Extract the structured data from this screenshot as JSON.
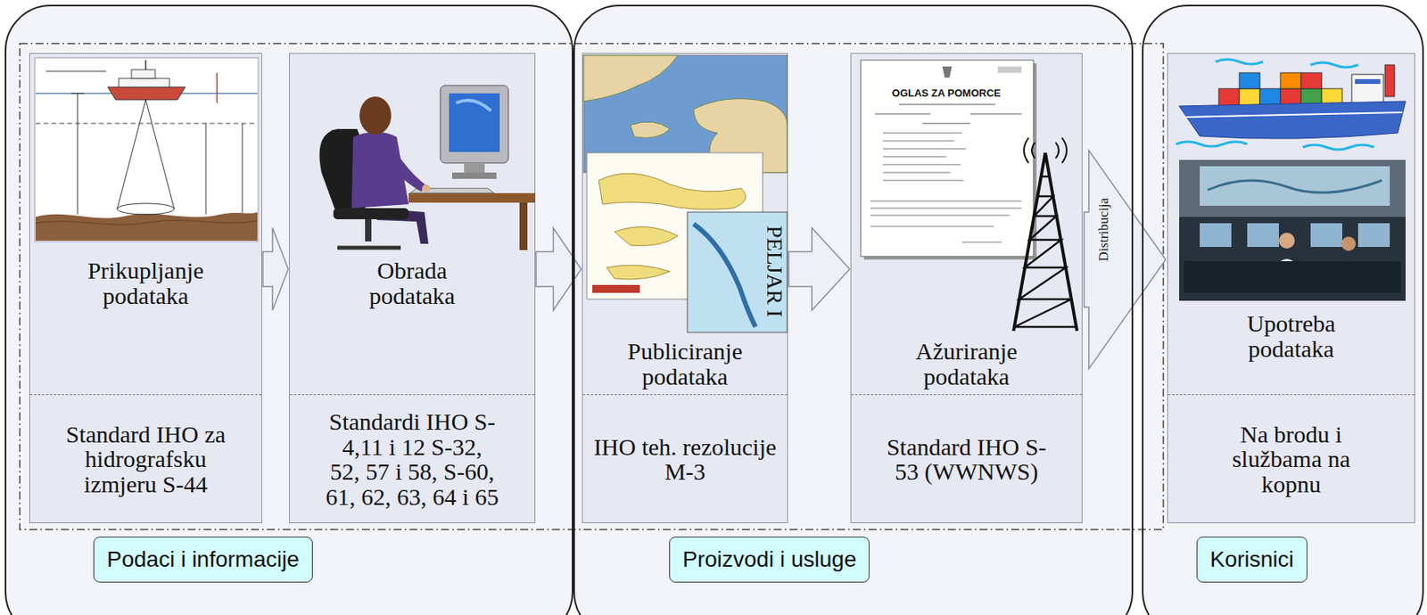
{
  "diagram": {
    "nodes": [
      {
        "text": [
          "Podaci i informacije"
        ]
      },
      {
        "text": [
          "Prikupljanje podataka",
          "Standard IHO za hidrografsku izmjeru S-44"
        ],
        "in": 0
      },
      {
        "text": [
          "Obrada podataka",
          "Standardi IHO S-4,11 i 12 S-32, 52, 57 i 58, S-60, 61, 62, 63, 64 i 65"
        ],
        "in": 0
      },
      {
        "text": [
          "Proizvodi i usluge"
        ]
      },
      {
        "text": [
          "Publiciranje podataka",
          "IHO teh. rezolucije M-3"
        ],
        "in": 3
      },
      {
        "text": [
          "Ažuriranje podataka",
          "Standard IHO S-53 (WWNWS)"
        ],
        "in": 3
      },
      {
        "text": [
          "Korisnici"
        ]
      },
      {
        "text": [
          "Upotreba podataka",
          "Na brodu i službama na kopnu"
        ],
        "in": 6
      }
    ],
    "edges": [
      {
        "from": 1,
        "to": 2,
        "arrow": "to"
      },
      {
        "from": 2,
        "to": 4,
        "arrow": "to"
      },
      {
        "from": 4,
        "to": 5,
        "arrow": "to"
      },
      {
        "from": 5,
        "to": 7,
        "arrow": "to",
        "label": "Distribucija"
      }
    ],
    "labels": [
      "PELJAR I",
      "OGLAS ZA POMORCE"
    ]
  }
}
